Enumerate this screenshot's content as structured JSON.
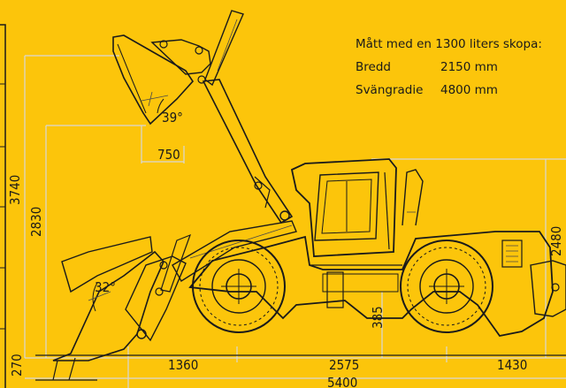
{
  "specs": {
    "heading": "Mått med en 1300 liters skopa:",
    "rows": [
      {
        "label": "Bredd",
        "value": "2150 mm"
      },
      {
        "label": "Svängradie",
        "value": "4800 mm"
      }
    ]
  },
  "dimensions": {
    "lift_height": "3740",
    "dump_height": "2830",
    "dig_depth": "270",
    "reach": "750",
    "dump_angle": "39°",
    "rollback_angle": "32°",
    "front_overhang": "1360",
    "wheelbase": "2575",
    "rear_overhang": "1430",
    "total_length": "5400",
    "ground_clearance": "385",
    "overall_height": "2480"
  },
  "colors": {
    "background": "#fcc50b",
    "ink": "#1a1a1a",
    "dimension_lines": "#d8d8d8"
  }
}
